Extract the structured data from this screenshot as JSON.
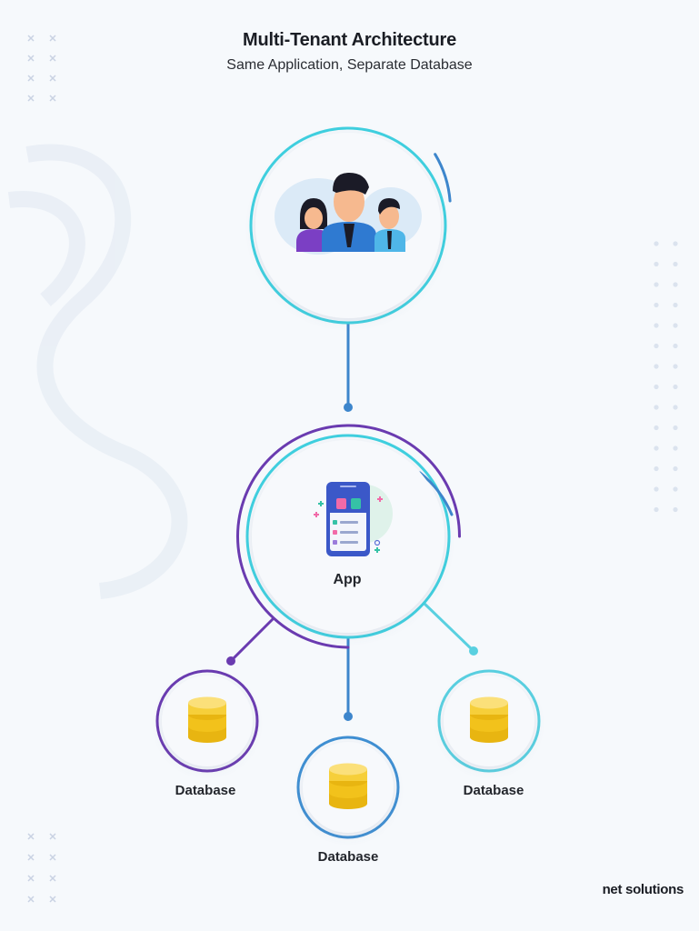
{
  "header": {
    "title": "Multi-Tenant Architecture",
    "subtitle": "Same Application, Separate Database"
  },
  "nodes": {
    "app_label": "App",
    "databases": [
      {
        "label": "Database",
        "accent": "#6a3bb0"
      },
      {
        "label": "Database",
        "accent": "#3f8fd2"
      },
      {
        "label": "Database",
        "accent": "#59d0e0"
      }
    ]
  },
  "icons": {
    "users": "users-group-icon",
    "app": "mobile-app-icon",
    "database": "database-icon"
  },
  "colors": {
    "cyan": "#3fd0df",
    "blue": "#3d86cc",
    "purple": "#6a3bb0",
    "gold": "#f2c21b"
  },
  "branding": {
    "logo_text": "net solutions"
  }
}
